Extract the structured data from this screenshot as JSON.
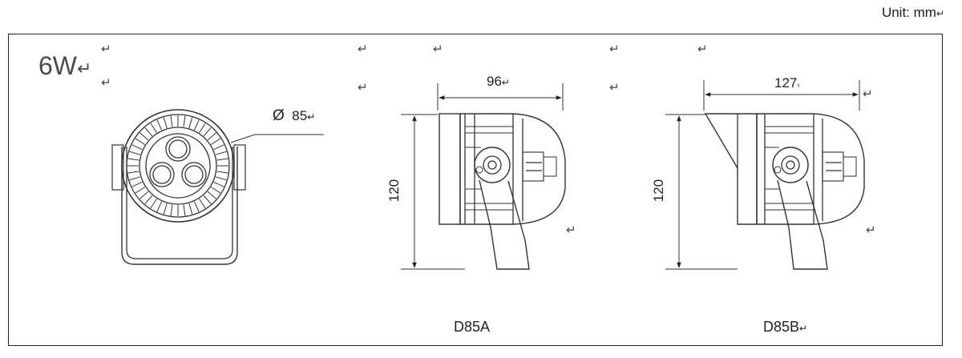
{
  "unit_label": "Unit: mm",
  "return_mark": "↵",
  "power_label": "6W",
  "front_view": {
    "diameter_symbol": "Ø",
    "diameter_value": "85"
  },
  "side_view_a": {
    "width_value": "96",
    "height_value": "120",
    "model_label": "D85A"
  },
  "side_view_b": {
    "width_value": "127",
    "height_value": "120",
    "model_label": "D85B"
  }
}
